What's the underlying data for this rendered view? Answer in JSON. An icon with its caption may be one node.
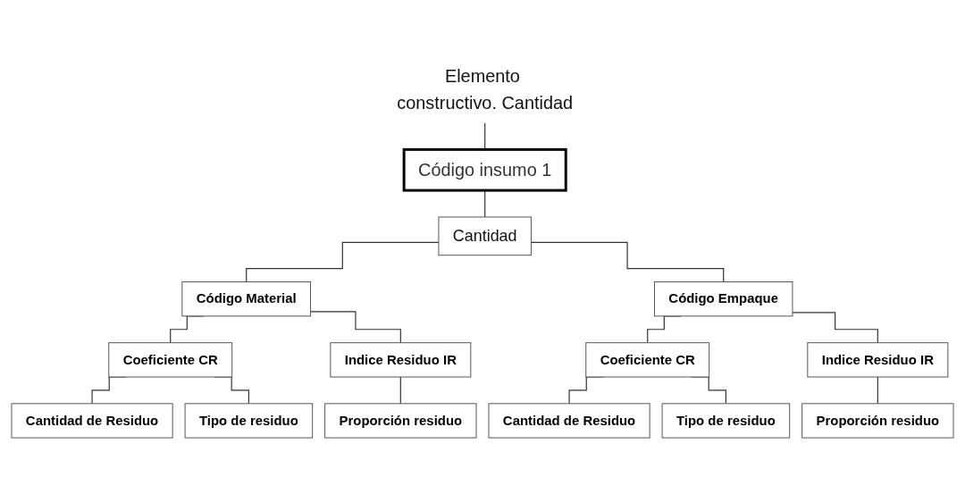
{
  "diagram": {
    "nodes": [
      {
        "text": [
          "Elemento constructivo. Cantidad"
        ]
      },
      {
        "text": [
          "Código insumo 1"
        ]
      },
      {
        "text": [
          "Cantidad"
        ]
      },
      {
        "text": [
          "Código Material"
        ]
      },
      {
        "text": [
          "Coeficiente CR"
        ]
      },
      {
        "text": [
          "Cantidad de Residuo"
        ]
      },
      {
        "text": [
          "Tipo de residuo"
        ]
      },
      {
        "text": [
          "Indice Residuo IR"
        ]
      },
      {
        "text": [
          "Proporción residuo"
        ]
      },
      {
        "text": [
          "Código Empaque"
        ]
      },
      {
        "text": [
          "Coeficiente CR"
        ]
      },
      {
        "text": [
          "Cantidad de Residuo"
        ]
      },
      {
        "text": [
          "Tipo de residuo"
        ]
      },
      {
        "text": [
          "Indice Residuo IR"
        ]
      },
      {
        "text": [
          "Proporción residuo"
        ]
      }
    ],
    "edges": [
      {
        "from": 0,
        "to": 1,
        "arrow": "none"
      },
      {
        "from": 1,
        "to": 2,
        "arrow": "none"
      },
      {
        "from": 2,
        "to": 3,
        "arrow": "none"
      },
      {
        "from": 2,
        "to": 9,
        "arrow": "none"
      },
      {
        "from": 3,
        "to": 4,
        "arrow": "none"
      },
      {
        "from": 3,
        "to": 7,
        "arrow": "none"
      },
      {
        "from": 4,
        "to": 5,
        "arrow": "none"
      },
      {
        "from": 4,
        "to": 6,
        "arrow": "none"
      },
      {
        "from": 7,
        "to": 8,
        "arrow": "none"
      },
      {
        "from": 9,
        "to": 10,
        "arrow": "none"
      },
      {
        "from": 9,
        "to": 13,
        "arrow": "none"
      },
      {
        "from": 10,
        "to": 11,
        "arrow": "none"
      },
      {
        "from": 10,
        "to": 12,
        "arrow": "none"
      },
      {
        "from": 13,
        "to": 14,
        "arrow": "none"
      }
    ]
  }
}
